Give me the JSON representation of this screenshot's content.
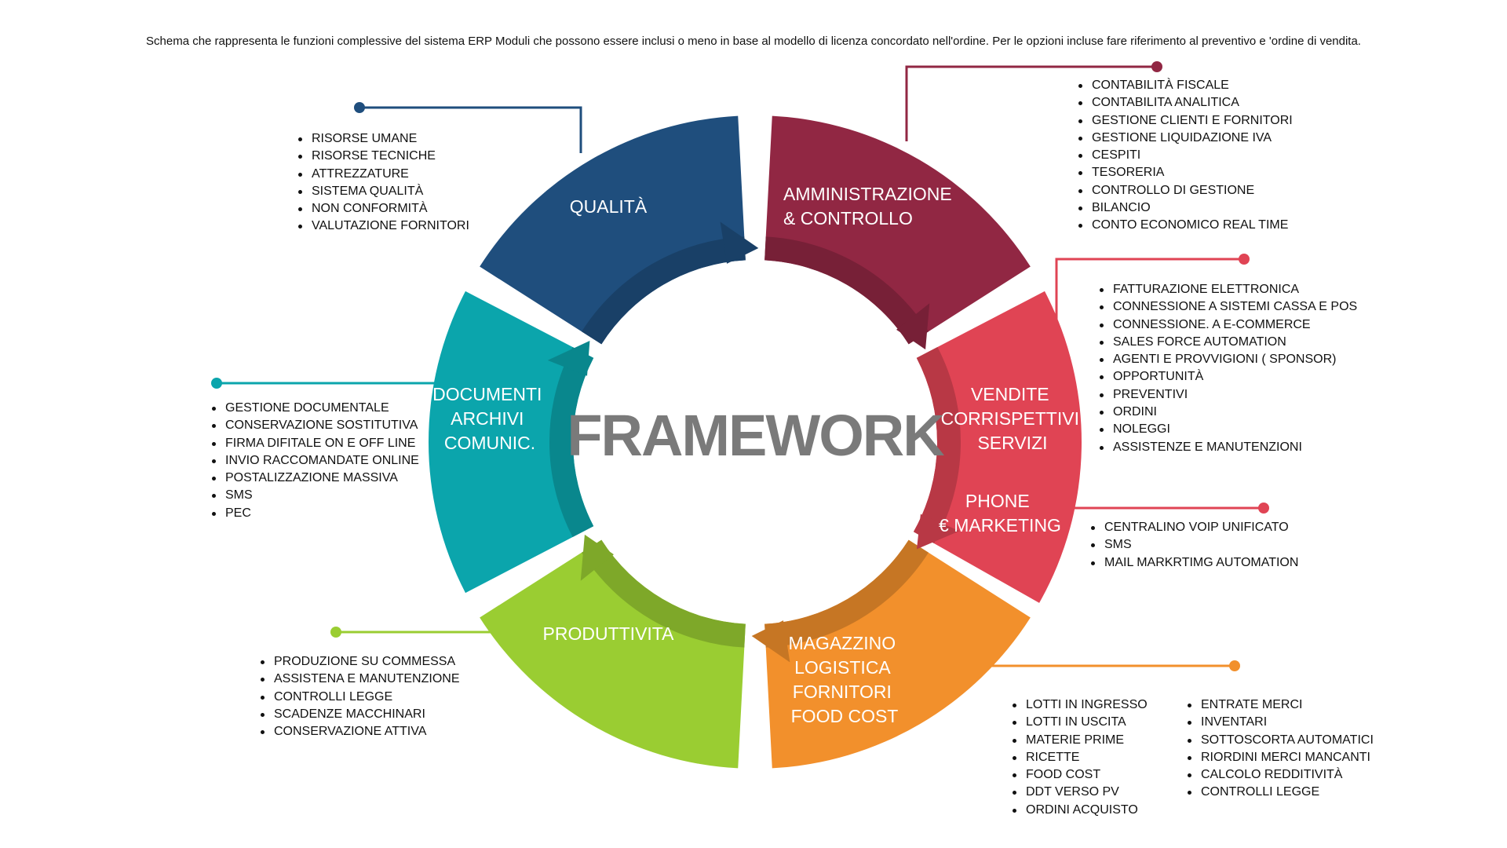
{
  "caption": "Schema che rappresenta le funzioni complessive del sistema ERP  Moduli che possono essere inclusi o meno in base al modello di licenza concordato nell'ordine. Per le opzioni incluse fare riferimento al preventivo e 'ordine di vendita.",
  "center_title": "FRAMEWORK",
  "colors": {
    "qualita": "#1f4e7d",
    "amministrazione": "#912743",
    "vendite": "#e04454",
    "magazzino": "#f2902c",
    "produttivita": "#9acd32",
    "documenti": "#0ba5ac"
  },
  "segments": {
    "qualita": {
      "label": [
        "QUALITÀ"
      ],
      "items": [
        "RISORSE UMANE",
        "RISORSE TECNICHE",
        "ATTREZZATURE",
        "SISTEMA QUALITÀ",
        "NON CONFORMITÀ",
        "VALUTAZIONE FORNITORI"
      ]
    },
    "amministrazione": {
      "label": [
        "AMMINISTRAZIONE",
        "& CONTROLLO"
      ],
      "items": [
        "CONTABILITÀ FISCALE",
        "CONTABILITA ANALITICA",
        "GESTIONE CLIENTI E FORNITORI",
        "GESTIONE LIQUIDAZIONE IVA",
        "CESPITI",
        "TESORERIA",
        "CONTROLLO DI GESTIONE",
        "BILANCIO",
        "CONTO ECONOMICO REAL TIME"
      ]
    },
    "vendite": {
      "label": [
        "VENDITE",
        "CORRISPETTIVI",
        "SERVIZI"
      ],
      "items": [
        "FATTURAZIONE ELETTRONICA",
        "CONNESSIONE A SISTEMI CASSA E POS",
        "CONNESSIONE. A E-COMMERCE",
        "SALES FORCE AUTOMATION",
        "AGENTI E PROVVIGIONI ( SPONSOR)",
        "OPPORTUNITÀ",
        "PREVENTIVI",
        "ORDINI",
        "NOLEGGI",
        "ASSISTENZE E MANUTENZIONI"
      ]
    },
    "phone": {
      "label": [
        "PHONE",
        "€ MARKETING"
      ],
      "items": [
        "CENTRALINO VOIP UNIFICATO",
        "SMS",
        "MAIL MARKRTIMG AUTOMATION"
      ]
    },
    "magazzino": {
      "label": [
        "MAGAZZINO",
        "LOGISTICA",
        "FORNITORI",
        "FOOD COST"
      ],
      "items_col1": [
        "LOTTI IN INGRESSO",
        "LOTTI IN USCITA",
        "MATERIE PRIME",
        "RICETTE",
        "FOOD COST",
        "DDT VERSO PV",
        "ORDINI ACQUISTO"
      ],
      "items_col2": [
        "ENTRATE MERCI",
        "INVENTARI",
        "SOTTOSCORTA AUTOMATICI",
        "RIORDINI MERCI MANCANTI",
        "CALCOLO REDDITIVITÀ",
        "CONTROLLI LEGGE"
      ]
    },
    "produttivita": {
      "label": [
        "PRODUTTIVITA"
      ],
      "items": [
        "PRODUZIONE SU COMMESSA",
        "ASSISTENA E MANUTENZIONE",
        "CONTROLLI LEGGE",
        "SCADENZE  MACCHINARI",
        "CONSERVAZIONE ATTIVA"
      ]
    },
    "documenti": {
      "label": [
        "DOCUMENTI",
        "ARCHIVI",
        "COMUNIC."
      ],
      "items": [
        "GESTIONE DOCUMENTALE",
        "CONSERVAZIONE SOSTITUTIVA",
        "FIRMA DIFITALE ON E OFF LINE",
        "INVIO RACCOMANDATE ONLINE",
        "POSTALIZZAZIONE MASSIVA",
        "SMS",
        "PEC"
      ]
    }
  }
}
